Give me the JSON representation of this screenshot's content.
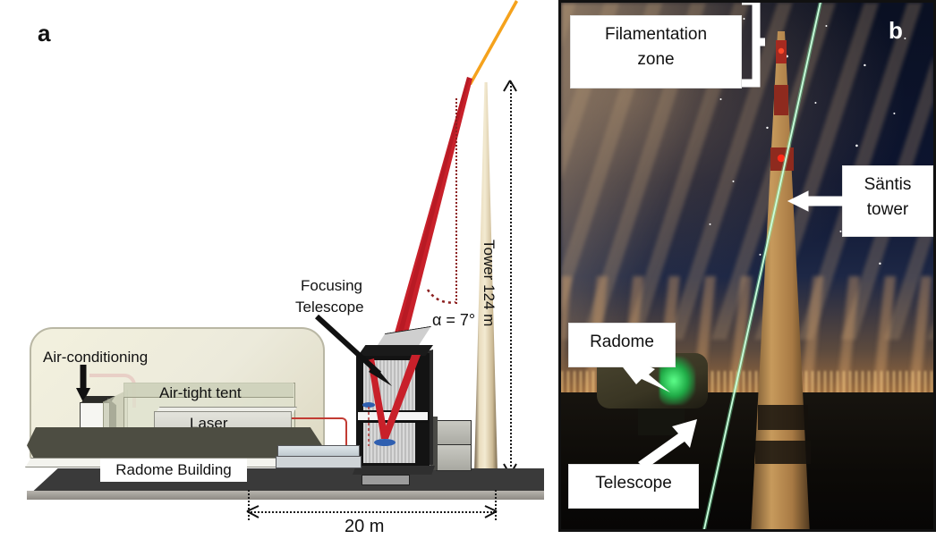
{
  "figure": {
    "panels": [
      {
        "letter": "a",
        "kind": "schematic"
      },
      {
        "letter": "b",
        "kind": "photograph"
      }
    ]
  },
  "panel_a": {
    "letter": "a",
    "labels": {
      "air_conditioning": "Air-conditioning",
      "air_tight_tent": "Air-tight tent",
      "laser": "Laser",
      "radome_building": "Radome Building",
      "focusing_telescope_line1": "Focusing",
      "focusing_telescope_line2": "Telescope",
      "angle": "α = 7°",
      "tower_height": "Tower 124 m",
      "ground_distance": "20 m"
    },
    "values": {
      "beam_tilt_deg": 7,
      "tower_height_m": 124,
      "telescope_to_tower_m": 20
    },
    "colors": {
      "laser_beam_low": "#c8202a",
      "laser_beam_high": "#f5a21c",
      "enclosure": "#f1efdc",
      "ground": "#3a3a3a",
      "telescope_frame": "#131313",
      "tower_mast": "#e9dcbe"
    }
  },
  "panel_b": {
    "letter": "b",
    "callouts": [
      {
        "name": "filamentation-zone",
        "line1": "Filamentation",
        "line2": "zone",
        "marker": "bracket"
      },
      {
        "name": "santis-tower",
        "line1": "Säntis",
        "line2": "tower",
        "marker": "arrow-left"
      },
      {
        "name": "radome",
        "line1": "Radome",
        "line2": "",
        "marker": "arrow-down-right"
      },
      {
        "name": "telescope",
        "line1": "Telescope",
        "line2": "",
        "marker": "arrow-up-right"
      }
    ],
    "colors": {
      "laser_beam": "#7dffb0",
      "sky": "#0d1530",
      "sunset": "#d9913f",
      "tower": "#b98a4e",
      "beacon": "#ff2a18"
    }
  }
}
